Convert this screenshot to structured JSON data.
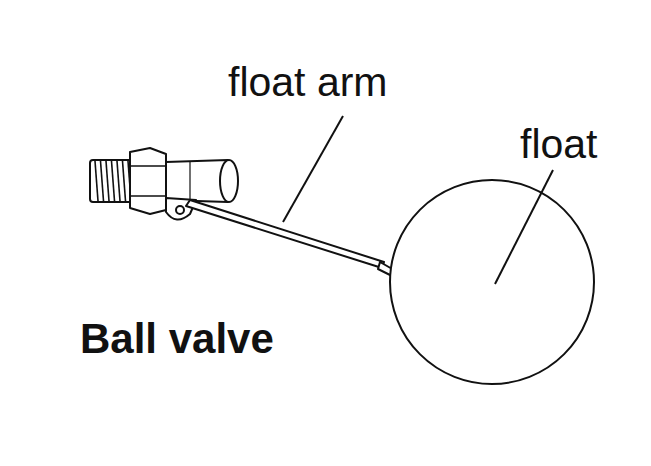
{
  "diagram": {
    "title": "Ball valve",
    "labels": [
      "float arm",
      "float"
    ]
  }
}
